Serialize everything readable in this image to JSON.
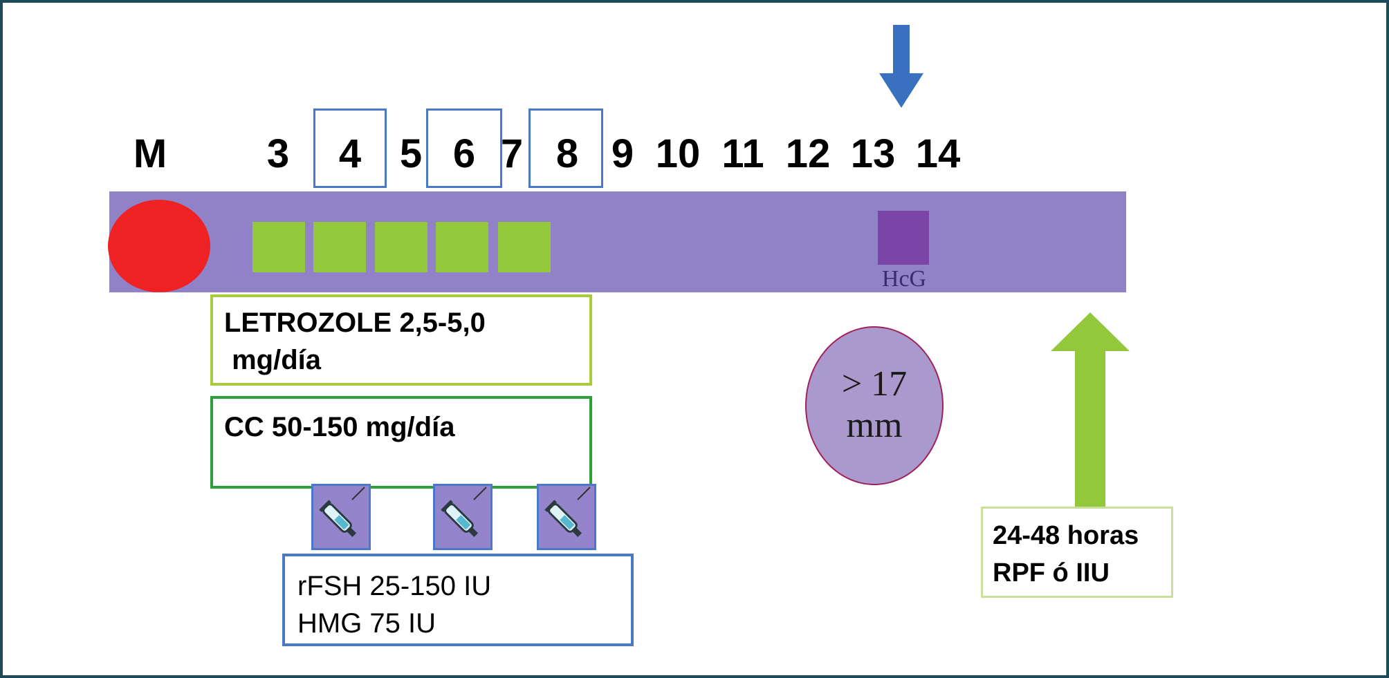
{
  "menstruation_label": "M",
  "days": [
    {
      "label": "3",
      "boxed": false
    },
    {
      "label": "4",
      "boxed": true
    },
    {
      "label": "5",
      "boxed": false
    },
    {
      "label": "6",
      "boxed": true
    },
    {
      "label": "7",
      "boxed": false
    },
    {
      "label": "8",
      "boxed": true
    },
    {
      "label": "9",
      "boxed": false
    },
    {
      "label": "10",
      "boxed": false
    },
    {
      "label": "11",
      "boxed": false
    },
    {
      "label": "12",
      "boxed": false
    },
    {
      "label": "13",
      "boxed": false
    },
    {
      "label": "14",
      "boxed": false
    }
  ],
  "hcg_label": "HcG",
  "letrozole": {
    "line1": "LETROZOLE 2,5-5,0",
    "line2": " mg/día"
  },
  "clomiphene": {
    "line1": "CC 50-150 mg/día"
  },
  "gonadotropins": {
    "line1": "rFSH 25-150 IU",
    "line2": "HMG 75 IU"
  },
  "follicle": {
    "line1": "> 17",
    "line2": "mm"
  },
  "timing": {
    "line1": "24-48 horas",
    "line2": "RPF ó IIU"
  },
  "colors": {
    "timeline_bar": "#9182c8",
    "menses_dot": "#ee2222",
    "pill": "#94c83c",
    "hcg_square": "#7b45a8",
    "blue_arrow": "#3a70c0",
    "green_arrow": "#94c83c",
    "letrozole_border": "#a8cc3c",
    "cc_border": "#2ea03a",
    "gonadotropin_border": "#4a78c8",
    "follicle_fill": "#aa99cc",
    "follicle_border": "#a0205a"
  }
}
